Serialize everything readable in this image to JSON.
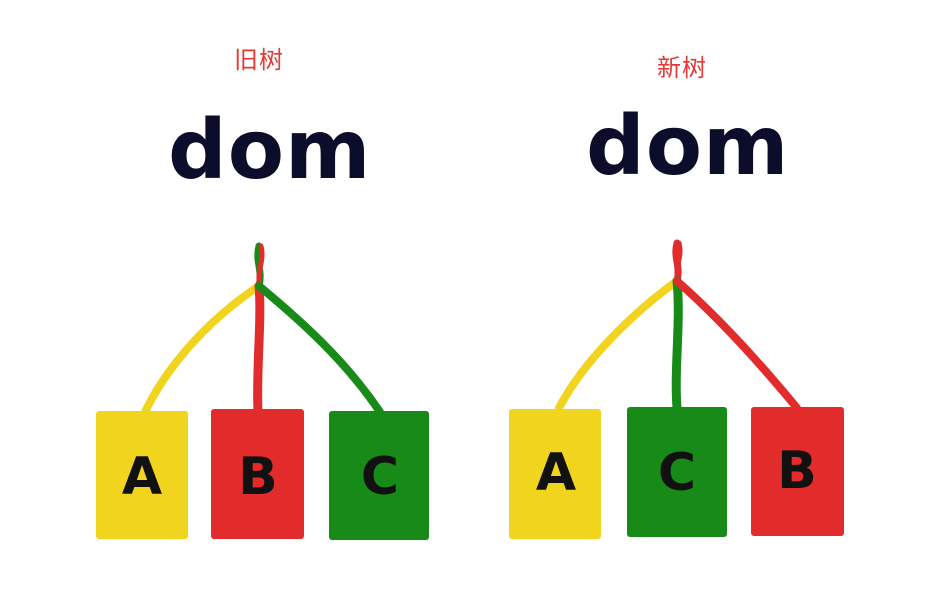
{
  "colors": {
    "title": "#e53935",
    "root_text": "#0b0d2a",
    "letter": "#111111",
    "yellow": "#f0d41e",
    "red": "#e22b2b",
    "green": "#178a17"
  },
  "trees": [
    {
      "title": "旧树",
      "root": "dom",
      "stem_color": "green",
      "children": [
        {
          "label": "A",
          "color": "yellow"
        },
        {
          "label": "B",
          "color": "red"
        },
        {
          "label": "C",
          "color": "green"
        }
      ]
    },
    {
      "title": "新树",
      "root": "dom",
      "stem_color": "red",
      "children": [
        {
          "label": "A",
          "color": "yellow"
        },
        {
          "label": "C",
          "color": "green"
        },
        {
          "label": "B",
          "color": "red"
        }
      ]
    }
  ]
}
